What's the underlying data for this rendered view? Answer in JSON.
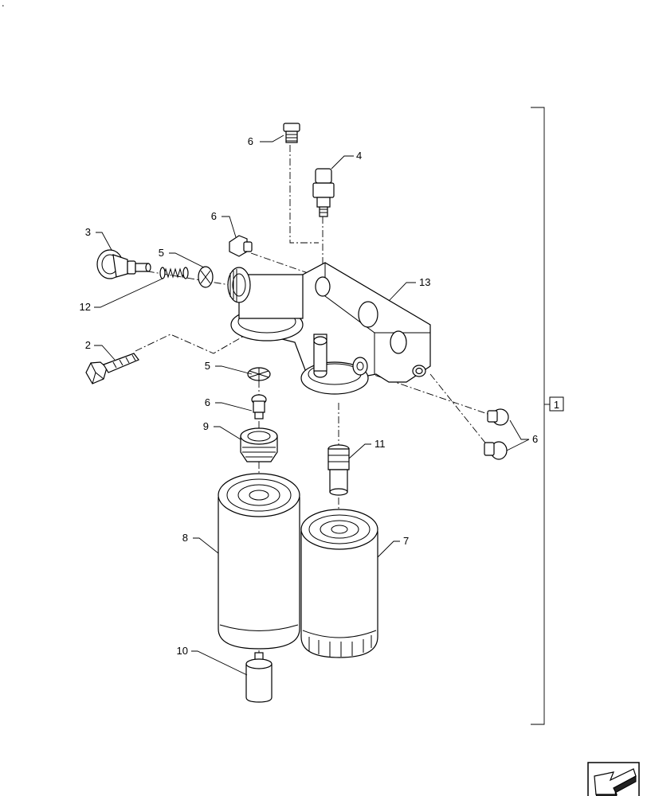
{
  "callouts": {
    "c1": "1",
    "c2": "2",
    "c3": "3",
    "c4": "4",
    "c5a": "5",
    "c5b": "5",
    "c6a": "6",
    "c6b": "6",
    "c6c": "6",
    "c6d": "6",
    "c7": "7",
    "c8": "8",
    "c9": "9",
    "c10": "10",
    "c11": "11",
    "c12": "12",
    "c13": "13"
  },
  "corner_mark": "."
}
